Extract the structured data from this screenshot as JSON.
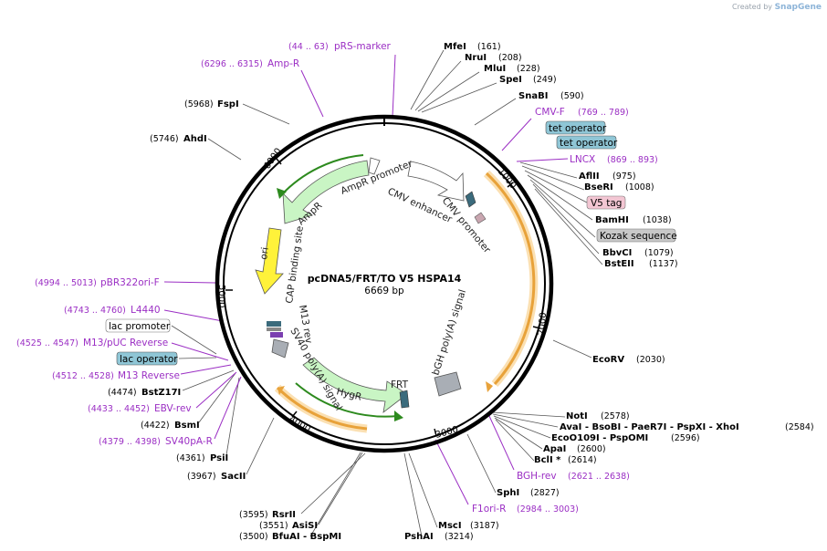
{
  "header": {
    "created_by": "Created by",
    "brand": "SnapGene"
  },
  "map": {
    "name": "pcDNA5/FRT/TO V5 HSPA14",
    "length": "6669 bp",
    "ticks": [
      "1000",
      "2000",
      "3000",
      "4000",
      "5000",
      "6000"
    ]
  },
  "enzymes": [
    {
      "name": "MfeI",
      "pos": "(161)"
    },
    {
      "name": "NruI",
      "pos": "(208)"
    },
    {
      "name": "MluI",
      "pos": "(228)"
    },
    {
      "name": "SpeI",
      "pos": "(249)"
    },
    {
      "name": "SnaBI",
      "pos": "(590)"
    },
    {
      "name": "AflII",
      "pos": "(975)"
    },
    {
      "name": "BseRI",
      "pos": "(1008)"
    },
    {
      "name": "BamHI",
      "pos": "(1038)"
    },
    {
      "name": "BbvCI",
      "pos": "(1079)"
    },
    {
      "name": "BstEII",
      "pos": "(1137)"
    },
    {
      "name": "EcoRV",
      "pos": "(2030)"
    },
    {
      "name": "NotI",
      "pos": "(2578)"
    },
    {
      "name": "AvaI - BsoBI - PaeR7I - PspXI - XhoI",
      "pos": "(2584)"
    },
    {
      "name": "EcoO109I - PspOMI",
      "pos": "(2596)"
    },
    {
      "name": "ApaI",
      "pos": "(2600)"
    },
    {
      "name": "BclI *",
      "pos": "(2614)"
    },
    {
      "name": "SphI",
      "pos": "(2827)"
    },
    {
      "name": "MscI",
      "pos": "(3187)"
    },
    {
      "name": "PshAI",
      "pos": "(3214)"
    },
    {
      "name": "RsrII",
      "pos": "(3595)"
    },
    {
      "name": "AsiSI",
      "pos": "(3551)"
    },
    {
      "name": "BfuAI - BspMI",
      "pos": "(3500)"
    },
    {
      "name": "SacII",
      "pos": "(3967)"
    },
    {
      "name": "PsiI",
      "pos": "(4361)"
    },
    {
      "name": "BsmI",
      "pos": "(4422)"
    },
    {
      "name": "BstZ17I",
      "pos": "(4474)"
    },
    {
      "name": "AhdI",
      "pos": "(5746)"
    },
    {
      "name": "FspI",
      "pos": "(5968)"
    }
  ],
  "primers": [
    {
      "name": "pRS-marker",
      "range": "(44 .. 63)"
    },
    {
      "name": "Amp-R",
      "range": "(6296 .. 6315)"
    },
    {
      "name": "CMV-F",
      "range": "(769 .. 789)"
    },
    {
      "name": "LNCX",
      "range": "(869 .. 893)"
    },
    {
      "name": "BGH-rev",
      "range": "(2621 .. 2638)"
    },
    {
      "name": "F1ori-R",
      "range": "(2984 .. 3003)"
    },
    {
      "name": "pBR322ori-F",
      "range": "(4994 .. 5013)"
    },
    {
      "name": "L4440",
      "range": "(4743 .. 4760)"
    },
    {
      "name": "M13/pUC Reverse",
      "range": "(4525 .. 4547)"
    },
    {
      "name": "M13 Reverse",
      "range": "(4512 .. 4528)"
    },
    {
      "name": "EBV-rev",
      "range": "(4433 .. 4452)"
    },
    {
      "name": "SV40pA-R",
      "range": "(4379 .. 4398)"
    }
  ],
  "boxed_features": {
    "tet_operator_1": "tet operator",
    "tet_operator_2": "tet operator",
    "v5_tag": "V5 tag",
    "kozak": "Kozak sequence",
    "lac_promoter": "lac promoter",
    "lac_operator": "lac operator"
  },
  "features": {
    "ampr_promoter": "AmpR promoter",
    "ampr": "AmpR",
    "cmv_enhancer": "CMV enhancer",
    "cmv_promoter": "CMV promoter",
    "ori": "ori",
    "cap": "CAP binding site",
    "m13rev": "M13 rev",
    "sv40": "SV40 poly(A) signal",
    "hygr": "HygR",
    "frt": "FRT",
    "bgh": "bGH poly(A) signal"
  },
  "colors": {
    "primer": "#9b2fc4",
    "orange_feature": "#e8a23a",
    "green_feature": "#c9f5c4",
    "tet_box": "#8fc6d6",
    "v5_box": "#f3c6d3",
    "kozak_box": "#c8c8c8"
  }
}
